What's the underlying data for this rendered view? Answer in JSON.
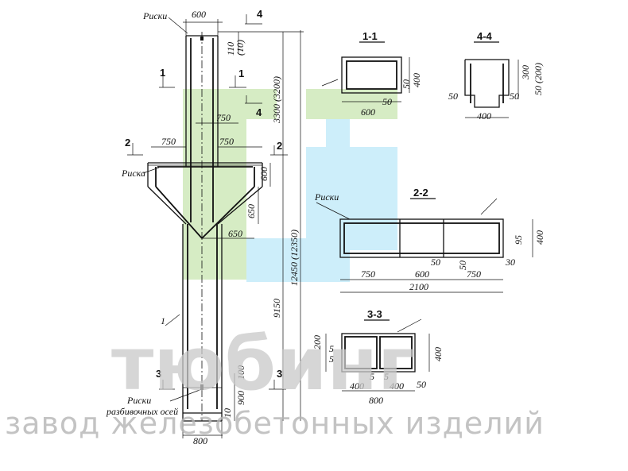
{
  "labels": {
    "riski_top": "Риски",
    "riska_left": "Риска",
    "riski_section": "Риски",
    "riski_axes_line1": "Риски",
    "riski_axes_line2": "разбивочных осей",
    "pos_1": "1"
  },
  "cuts": {
    "c1": "1",
    "c2": "2",
    "c3": "3",
    "c4": "4"
  },
  "sections": {
    "s11": "1-1",
    "s44": "4-4",
    "s22": "2-2",
    "s33": "3-3"
  },
  "dims": {
    "top_width": "600",
    "top_110": "110",
    "top_10": "(10)",
    "upper_height": "3300 (3200)",
    "total_height": "12450 (12350)",
    "lower_height": "9150",
    "d750_a": "750",
    "d750_b": "750",
    "d750_c": "750",
    "d600_v": "600",
    "d650_v": "650",
    "d650_h": "650",
    "d100": "100",
    "d900": "900",
    "d10": "10",
    "bottom_width": "800",
    "s11_600": "600",
    "s11_400": "400",
    "s11_50a": "50",
    "s11_50b": "50",
    "s44_400": "400",
    "s44_300": "300",
    "s44_50_200": "50 (200)",
    "s44_50a": "50",
    "s44_50b": "50",
    "s22_750a": "750",
    "s22_600": "600",
    "s22_750b": "750",
    "s22_2100": "2100",
    "s22_400": "400",
    "s22_95": "95",
    "s22_30": "30",
    "s22_50a": "50",
    "s22_50b": "50",
    "s33_200": "200",
    "s33_5a": "5",
    "s33_5b": "5",
    "s33_5c": "5",
    "s33_5d": "5",
    "s33_400a": "400",
    "s33_400b": "400",
    "s33_800": "800",
    "s33_50": "50"
  },
  "watermark": {
    "brand": "тюбинг",
    "tagline": "завод железобетонных изделий"
  },
  "colors": {
    "logo_green": "#d6ecc4",
    "logo_blue": "#cdeefa",
    "line": "#111111"
  }
}
